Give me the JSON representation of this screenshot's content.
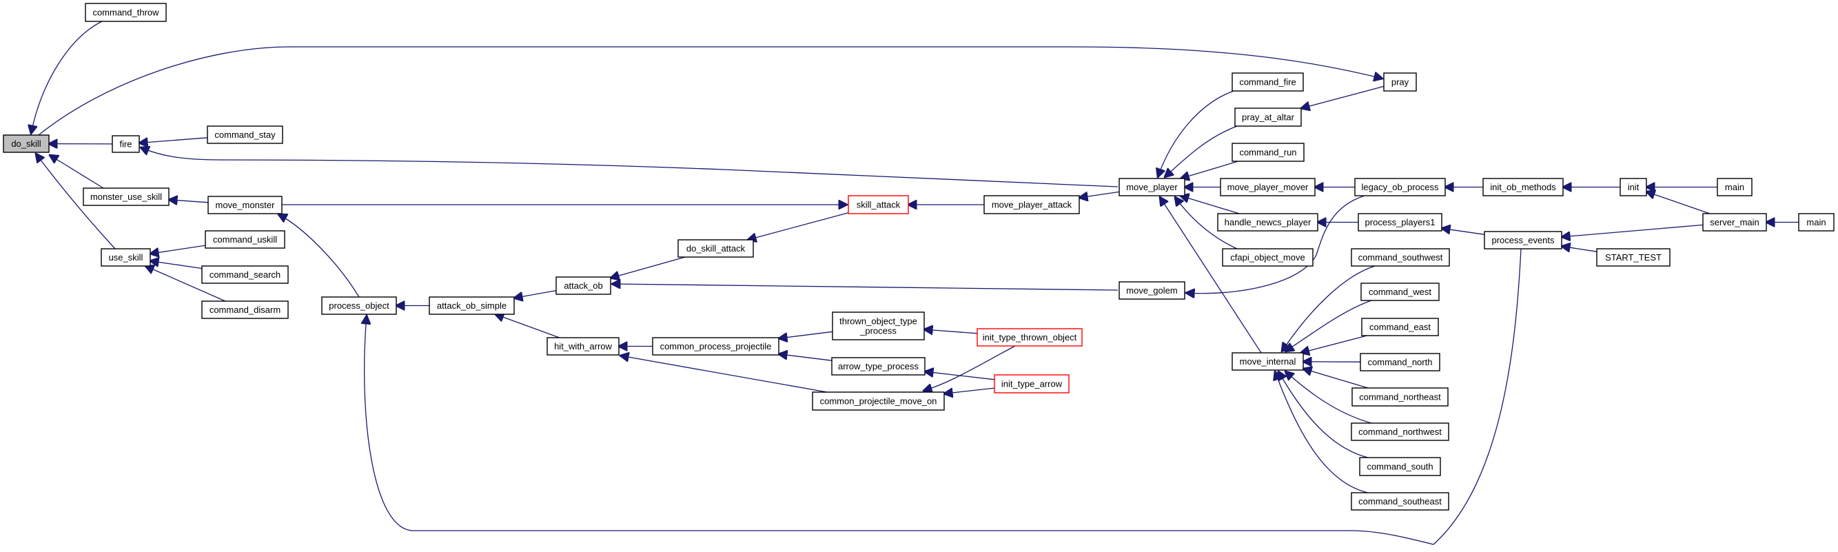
{
  "title": "do_skill caller graph",
  "colors": {
    "edge": "#191970",
    "root_fill": "#bfbfbf",
    "node_border": "#000000",
    "truncated_border": "#ff0000",
    "background": "#ffffff"
  },
  "nodes": [
    {
      "id": "do_skill",
      "label": "do_skill",
      "style": "root"
    },
    {
      "id": "command_throw",
      "label": "command_throw",
      "style": "normal"
    },
    {
      "id": "fire",
      "label": "fire",
      "style": "normal"
    },
    {
      "id": "command_stay",
      "label": "command_stay",
      "style": "normal"
    },
    {
      "id": "monster_use_skill",
      "label": "monster_use_skill",
      "style": "normal"
    },
    {
      "id": "move_monster",
      "label": "move_monster",
      "style": "normal"
    },
    {
      "id": "use_skill",
      "label": "use_skill",
      "style": "normal"
    },
    {
      "id": "command_uskill",
      "label": "command_uskill",
      "style": "normal"
    },
    {
      "id": "command_search",
      "label": "command_search",
      "style": "normal"
    },
    {
      "id": "command_disarm",
      "label": "command_disarm",
      "style": "normal"
    },
    {
      "id": "process_object",
      "label": "process_object",
      "style": "normal"
    },
    {
      "id": "attack_ob_simple",
      "label": "attack_ob_simple",
      "style": "normal"
    },
    {
      "id": "attack_ob",
      "label": "attack_ob",
      "style": "normal"
    },
    {
      "id": "do_skill_attack",
      "label": "do_skill_attack",
      "style": "normal"
    },
    {
      "id": "hit_with_arrow",
      "label": "hit_with_arrow",
      "style": "normal"
    },
    {
      "id": "common_process_projectile",
      "label": "common_process_projectile",
      "style": "normal"
    },
    {
      "id": "skill_attack",
      "label": "skill_attack",
      "style": "truncated"
    },
    {
      "id": "move_player_attack",
      "label": "move_player_attack",
      "style": "normal"
    },
    {
      "id": "thrown_object_type_process",
      "label": "thrown_object_type\n_process",
      "style": "normal"
    },
    {
      "id": "arrow_type_process",
      "label": "arrow_type_process",
      "style": "normal"
    },
    {
      "id": "common_projectile_move_on",
      "label": "common_projectile_move_on",
      "style": "normal"
    },
    {
      "id": "init_type_thrown_object",
      "label": "init_type_thrown_object",
      "style": "truncated"
    },
    {
      "id": "init_type_arrow",
      "label": "init_type_arrow",
      "style": "truncated"
    },
    {
      "id": "move_player",
      "label": "move_player",
      "style": "normal"
    },
    {
      "id": "move_golem",
      "label": "move_golem",
      "style": "normal"
    },
    {
      "id": "move_internal",
      "label": "move_internal",
      "style": "normal"
    },
    {
      "id": "command_fire",
      "label": "command_fire",
      "style": "normal"
    },
    {
      "id": "pray_at_altar",
      "label": "pray_at_altar",
      "style": "normal"
    },
    {
      "id": "command_run",
      "label": "command_run",
      "style": "normal"
    },
    {
      "id": "move_player_mover",
      "label": "move_player_mover",
      "style": "normal"
    },
    {
      "id": "handle_newcs_player",
      "label": "handle_newcs_player",
      "style": "normal"
    },
    {
      "id": "cfapi_object_move",
      "label": "cfapi_object_move",
      "style": "normal"
    },
    {
      "id": "pray",
      "label": "pray",
      "style": "normal"
    },
    {
      "id": "legacy_ob_process",
      "label": "legacy_ob_process",
      "style": "normal"
    },
    {
      "id": "process_players1",
      "label": "process_players1",
      "style": "normal"
    },
    {
      "id": "command_southwest",
      "label": "command_southwest",
      "style": "normal"
    },
    {
      "id": "command_west",
      "label": "command_west",
      "style": "normal"
    },
    {
      "id": "command_east",
      "label": "command_east",
      "style": "normal"
    },
    {
      "id": "command_north",
      "label": "command_north",
      "style": "normal"
    },
    {
      "id": "command_northeast",
      "label": "command_northeast",
      "style": "normal"
    },
    {
      "id": "command_northwest",
      "label": "command_northwest",
      "style": "normal"
    },
    {
      "id": "command_south",
      "label": "command_south",
      "style": "normal"
    },
    {
      "id": "command_southeast",
      "label": "command_southeast",
      "style": "normal"
    },
    {
      "id": "init_ob_methods",
      "label": "init_ob_methods",
      "style": "normal"
    },
    {
      "id": "process_events",
      "label": "process_events",
      "style": "normal"
    },
    {
      "id": "init",
      "label": "init",
      "style": "normal"
    },
    {
      "id": "main_1",
      "label": "main",
      "style": "normal"
    },
    {
      "id": "server_main",
      "label": "server_main",
      "style": "normal"
    },
    {
      "id": "START_TEST",
      "label": "START_TEST",
      "style": "normal"
    },
    {
      "id": "main_2",
      "label": "main",
      "style": "normal"
    }
  ],
  "edges": [
    {
      "from": "command_throw",
      "to": "do_skill"
    },
    {
      "from": "do_skill",
      "to": "pray"
    },
    {
      "from": "fire",
      "to": "do_skill"
    },
    {
      "from": "monster_use_skill",
      "to": "do_skill"
    },
    {
      "from": "use_skill",
      "to": "do_skill"
    },
    {
      "from": "command_stay",
      "to": "fire"
    },
    {
      "from": "move_player",
      "to": "fire"
    },
    {
      "from": "move_monster",
      "to": "monster_use_skill"
    },
    {
      "from": "move_monster",
      "to": "skill_attack"
    },
    {
      "from": "process_object",
      "to": "move_monster"
    },
    {
      "from": "command_uskill",
      "to": "use_skill"
    },
    {
      "from": "command_search",
      "to": "use_skill"
    },
    {
      "from": "command_disarm",
      "to": "use_skill"
    },
    {
      "from": "attack_ob_simple",
      "to": "process_object"
    },
    {
      "from": "process_events",
      "to": "process_object"
    },
    {
      "from": "attack_ob",
      "to": "attack_ob_simple"
    },
    {
      "from": "hit_with_arrow",
      "to": "attack_ob_simple"
    },
    {
      "from": "do_skill_attack",
      "to": "attack_ob"
    },
    {
      "from": "move_golem",
      "to": "attack_ob"
    },
    {
      "from": "skill_attack",
      "to": "do_skill_attack"
    },
    {
      "from": "common_process_projectile",
      "to": "hit_with_arrow"
    },
    {
      "from": "common_projectile_move_on",
      "to": "hit_with_arrow"
    },
    {
      "from": "thrown_object_type_process",
      "to": "common_process_projectile"
    },
    {
      "from": "arrow_type_process",
      "to": "common_process_projectile"
    },
    {
      "from": "move_player_attack",
      "to": "skill_attack"
    },
    {
      "from": "move_player",
      "to": "move_player_attack"
    },
    {
      "from": "init_type_thrown_object",
      "to": "thrown_object_type_process"
    },
    {
      "from": "init_type_arrow",
      "to": "arrow_type_process"
    },
    {
      "from": "init_type_thrown_object",
      "to": "common_projectile_move_on"
    },
    {
      "from": "init_type_arrow",
      "to": "common_projectile_move_on"
    },
    {
      "from": "command_fire",
      "to": "move_player"
    },
    {
      "from": "pray_at_altar",
      "to": "move_player"
    },
    {
      "from": "command_run",
      "to": "move_player"
    },
    {
      "from": "move_player_mover",
      "to": "move_player"
    },
    {
      "from": "handle_newcs_player",
      "to": "move_player"
    },
    {
      "from": "cfapi_object_move",
      "to": "move_player"
    },
    {
      "from": "move_internal",
      "to": "move_player"
    },
    {
      "from": "legacy_ob_process",
      "to": "move_golem"
    },
    {
      "from": "pray",
      "to": "pray_at_altar"
    },
    {
      "from": "legacy_ob_process",
      "to": "move_player_mover"
    },
    {
      "from": "process_players1",
      "to": "handle_newcs_player"
    },
    {
      "from": "command_southwest",
      "to": "move_internal"
    },
    {
      "from": "command_west",
      "to": "move_internal"
    },
    {
      "from": "command_east",
      "to": "move_internal"
    },
    {
      "from": "command_north",
      "to": "move_internal"
    },
    {
      "from": "command_northeast",
      "to": "move_internal"
    },
    {
      "from": "command_northwest",
      "to": "move_internal"
    },
    {
      "from": "command_south",
      "to": "move_internal"
    },
    {
      "from": "command_southeast",
      "to": "move_internal"
    },
    {
      "from": "init_ob_methods",
      "to": "legacy_ob_process"
    },
    {
      "from": "process_events",
      "to": "process_players1"
    },
    {
      "from": "init",
      "to": "init_ob_methods"
    },
    {
      "from": "server_main",
      "to": "process_events"
    },
    {
      "from": "START_TEST",
      "to": "process_events"
    },
    {
      "from": "main_1",
      "to": "init"
    },
    {
      "from": "server_main",
      "to": "init"
    },
    {
      "from": "main_2",
      "to": "server_main"
    }
  ]
}
